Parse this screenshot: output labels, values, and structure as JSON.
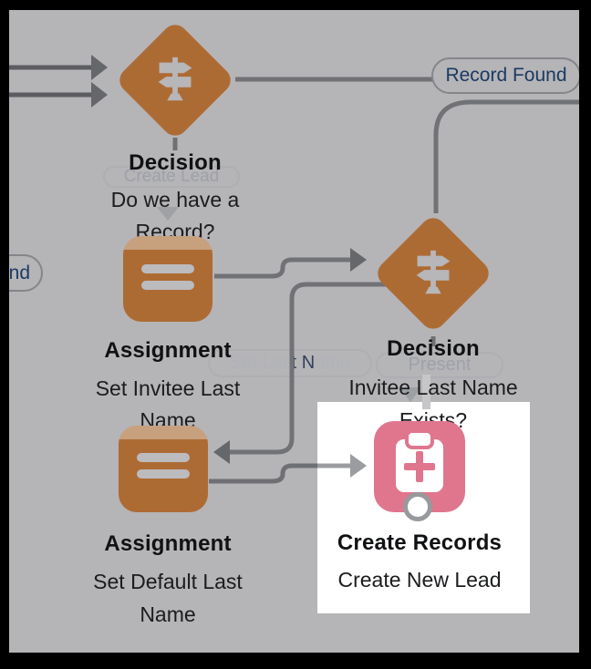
{
  "app": {
    "name": "flow-builder-canvas"
  },
  "colors": {
    "canvas_gray": "#b5b4b7",
    "decision_orange": "#ad6b34",
    "create_pink": "#e0768e",
    "connector_gray": "#717276",
    "arrowhead_dark": "#66676b",
    "label_navy": "#1b3a63",
    "ghost_text_gray": "#9ea1a9",
    "highlight_panel": "#ffffff"
  },
  "connector_labels": {
    "record_found": "Record Found",
    "partial_left": "nd",
    "create_lead_ghost": "Create Lead",
    "present_ghost": "Present",
    "set_last_name_ghost": {
      "pre": "Set Las",
      "highlight": "t N",
      "post": "ame"
    }
  },
  "nodes": {
    "decision1": {
      "type_label": "Decision",
      "name_line1": "Do we have a",
      "name_line2": "Record?"
    },
    "assignment1": {
      "type_label": "Assignment",
      "name_line1": "Set Invitee Last",
      "name_line2": "Name"
    },
    "decision2": {
      "type_label": "Decision",
      "name_line1": "Invitee Last Name",
      "name_line2": "Exists?"
    },
    "assignment2": {
      "type_label": "Assignment",
      "name_line1": "Set Default Last",
      "name_line2": "Name"
    },
    "create_records": {
      "type_label": "Create Records",
      "name": "Create New Lead"
    }
  }
}
